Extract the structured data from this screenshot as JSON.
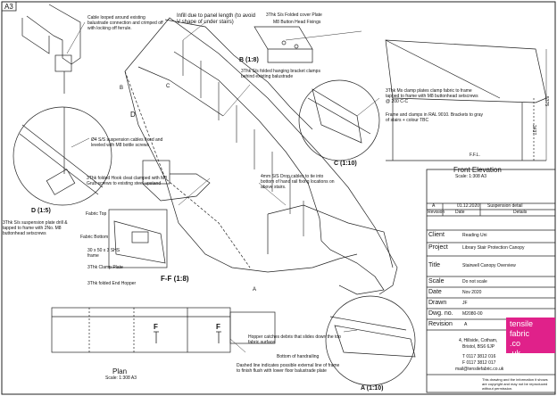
{
  "sheet": {
    "size": "A3"
  },
  "notes": {
    "cable_loop": "Cable looped around existing balustrade connection and crimped off with locking off ferrule.",
    "infill": "Infill due to panel length (to avoid V shape of under stairs)",
    "ss_suspension": "Ø4 S/S suspension cables fixed and leveled with M8 bottle screws",
    "hook_cleat": "3Thk folded Hook cleat clamped with M8 Grub screws to existing steel upstand",
    "suspension_plate": "3Thk S/s suspension plate drill & tapped to frame with 2No. M8 buttonhead setscrews",
    "fabric_top": "Fabric Top",
    "fabric_bottom": "Fabric Bottom",
    "shs": "30 x 50 x 3 SHS frame",
    "clamp_plate": "3Thk Clamp Plate",
    "end_hopper": "3Thk folded End Hopper",
    "drop_cables": "4mm S/S Drop cables to tie into bottom of hand rail fixing locations on above stairs.",
    "cover_plate": "3Thk S/s Folded cover Plate",
    "button_head": "M8 Button Head Fixings",
    "hanging_bracket": "3Thk S/s folded hanging bracket clamps behind existing balustrade",
    "ms_clamp": "3Thk Ms clamp plates clamp fabric to frame tapped to frame with M8 buttonhead setscrews @ 200 C-C",
    "ral": "Frame and clamps in RAL 9010. Brackets to gray of stairs + colour TBC",
    "hopper": "Hopper catches debris that slides down the top fabric surface",
    "handrail": "Bottom of handrailing",
    "dashed_line": "Dashed line indicates possible external line of frame to finish flush with lower floor balustrade plate"
  },
  "labels": {
    "detail_b": "B (1:8)",
    "detail_c": "C (1:10)",
    "detail_d": "D (1:5)",
    "detail_a": "A (1:10)",
    "section_ff": "F-F (1:8)",
    "mark_b": "B",
    "mark_c": "C",
    "mark_d": "D",
    "mark_a": "A",
    "mark_f": "F",
    "ffl": "F.F.L.",
    "dim_5375": "5375",
    "dim_2437": "2437"
  },
  "views": {
    "front_elevation": "Front Elevation",
    "front_scale": "Scale: 1:308 A3",
    "plan": "Plan",
    "plan_scale": "Scale: 1:308 A3"
  },
  "revisions": {
    "row": {
      "rev": "A",
      "date": "01.12.2020",
      "details": "Suspension detail"
    },
    "headers": {
      "rev": "Revision",
      "date": "Date",
      "details": "Details"
    }
  },
  "title_block": {
    "client_label": "Client",
    "client_value": "Reading Uni",
    "project_label": "Project",
    "project_value": "Library Stair Protection Canopy",
    "title_label": "Title",
    "title_value": "Stairwell Canopy Overview",
    "scale_label": "Scale",
    "scale_value": "Do not scale",
    "date_label": "Date",
    "date_value": "Nov 2020",
    "drawn_label": "Drawn",
    "drawn_value": "JF",
    "dwg_label": "Dwg. no.",
    "dwg_value": "M2080-00",
    "revision_label": "Revision",
    "revision_value": "A"
  },
  "company": {
    "address1": "4, Hillside, Cotham,",
    "address2": "Bristol, BS6 6JP",
    "tel": "T 0117 3812 016",
    "fax": "F 0117 3812 017",
    "email": "mail@tensilefabric.co.uk",
    "logo_line1": "tensile",
    "logo_line2": "fabric",
    "logo_line3": ".co",
    "logo_line4": ".uk",
    "copyright": "This drawing and the information it shows are copyright and may not be reproduced without permission."
  }
}
